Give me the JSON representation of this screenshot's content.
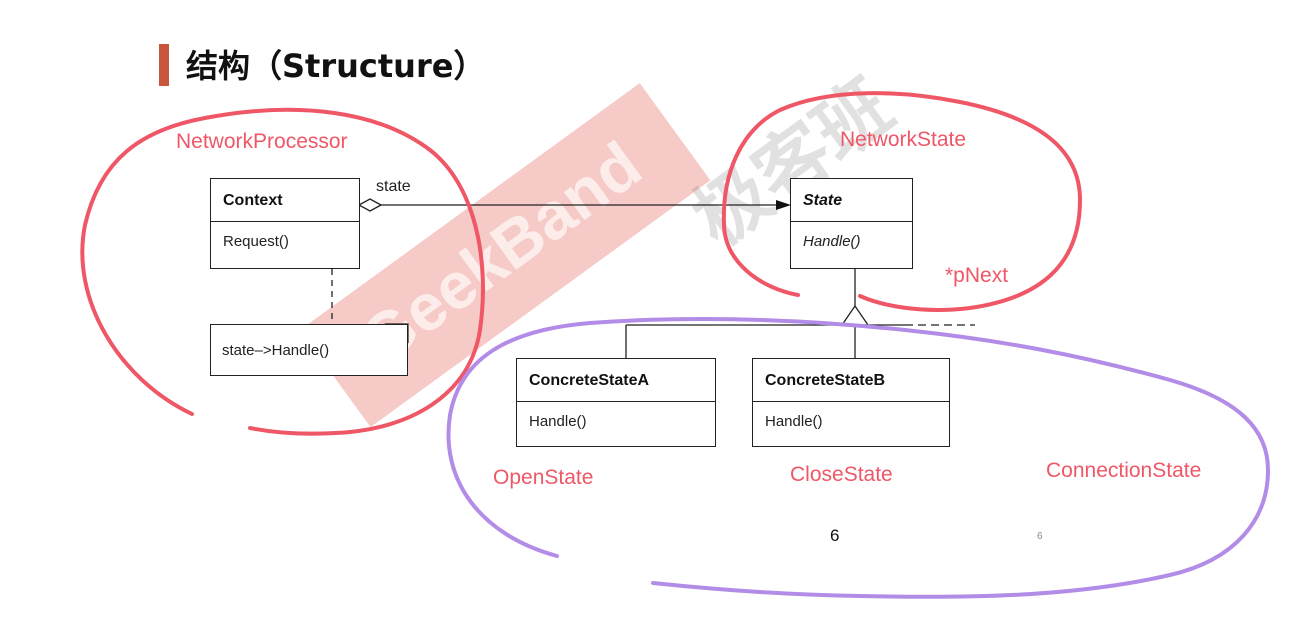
{
  "title": "结构（Structure）",
  "watermark": {
    "band_text": "GeekBand",
    "cn_text": "极客班"
  },
  "colors": {
    "accent": "#c9553c",
    "annotation_red": "#ef5767",
    "annotation_purple": "#b38ce8",
    "watermark_band": "#ee9f98"
  },
  "diagram": {
    "context": {
      "name": "Context",
      "operation": "Request()"
    },
    "association_label": "state",
    "state": {
      "name": "State",
      "operation": "Handle()"
    },
    "note": "state–>Handle()",
    "concrete_a": {
      "name": "ConcreteStateA",
      "operation": "Handle()"
    },
    "concrete_b": {
      "name": "ConcreteStateB",
      "operation": "Handle()"
    }
  },
  "annotations": {
    "network_processor": "NetworkProcessor",
    "network_state": "NetworkState",
    "pnext": "*pNext",
    "open_state": "OpenState",
    "close_state": "CloseState",
    "connection_state": "ConnectionState"
  },
  "page_number": "6",
  "page_number_small": "6"
}
